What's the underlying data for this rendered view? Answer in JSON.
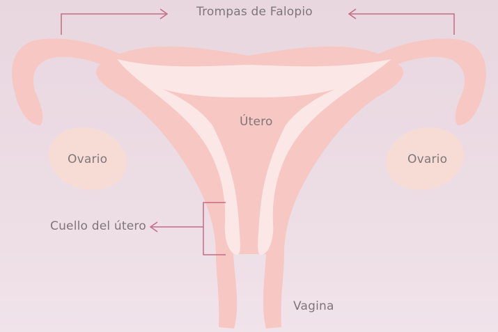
{
  "labels": {
    "tubes": "Trompas de Falopio",
    "uterus": "Útero",
    "ovary_left": "Ovario",
    "ovary_right": "Ovario",
    "cervix": "Cuello del útero",
    "vagina": "Vagina"
  },
  "colors": {
    "tissue": "#f6c7c3",
    "ovary": "#f7dcd6",
    "cavity": "#fbe8e6",
    "pointer": "#c46a82",
    "text": "#7f7579"
  }
}
